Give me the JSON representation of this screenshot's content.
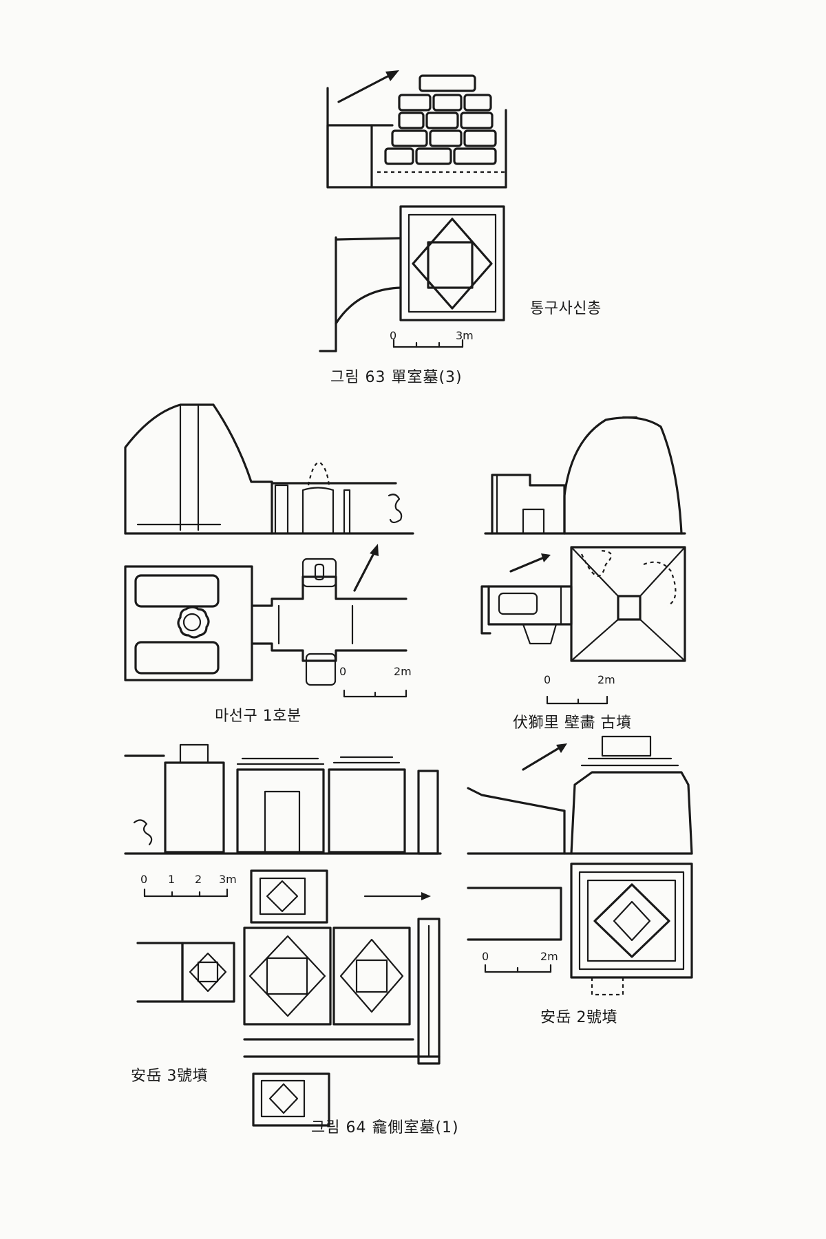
{
  "figures": {
    "fig63": {
      "caption": "그림 63   單室墓(3)",
      "site_label": "통구사신총",
      "scale": {
        "start": "0",
        "end": "3m"
      }
    },
    "fig64": {
      "caption": "그림 64   龕側室墓(1)",
      "sites": {
        "masongu": {
          "label": "마선구 1호분",
          "scale": {
            "start": "0",
            "end": "2m"
          }
        },
        "bokhwari": {
          "label": "伏獅里  壁畵  古墳",
          "scale": {
            "start": "0",
            "end": "2m"
          }
        },
        "anak3": {
          "label": "安岳  3號墳",
          "scale": [
            "0",
            "1",
            "2",
            "3m"
          ]
        },
        "anak2": {
          "label": "安岳  2號墳",
          "scale": {
            "start": "0",
            "end": "2m"
          }
        }
      }
    }
  }
}
